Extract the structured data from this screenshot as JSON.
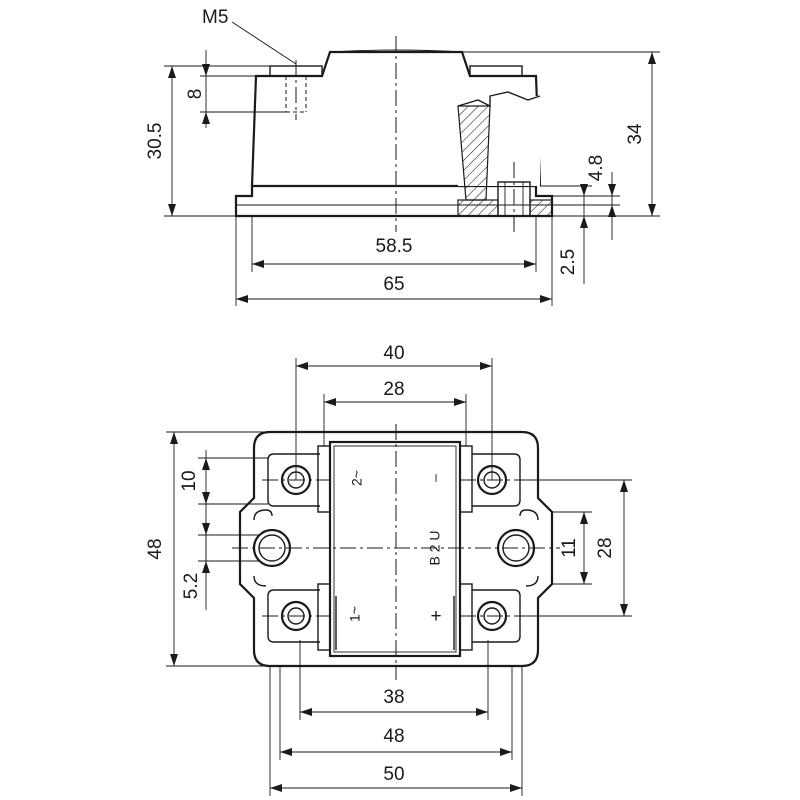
{
  "top_view": {
    "label_thread": "M5",
    "dim_height_total": "34",
    "dim_height_body": "30.5",
    "dim_thread_depth": "8",
    "dim_base_thickness": "2.5",
    "dim_base_step": "4.8",
    "dim_inner_width": "58.5",
    "dim_outer_width": "65"
  },
  "bottom_view": {
    "dim_terminal_span": "40",
    "dim_window_width": "28",
    "dim_height": "48",
    "dim_terminal_offset": "10",
    "dim_hole_dia": "5.2",
    "dim_right_small": "11",
    "dim_right_span": "28",
    "dim_hole_span": "38",
    "dim_body_width": "48",
    "dim_overall_width": "50",
    "terminal_ac2": "2~",
    "terminal_ac1": "1~",
    "terminal_minus": "–",
    "terminal_plus": "+",
    "center_label": "B 2 U"
  }
}
